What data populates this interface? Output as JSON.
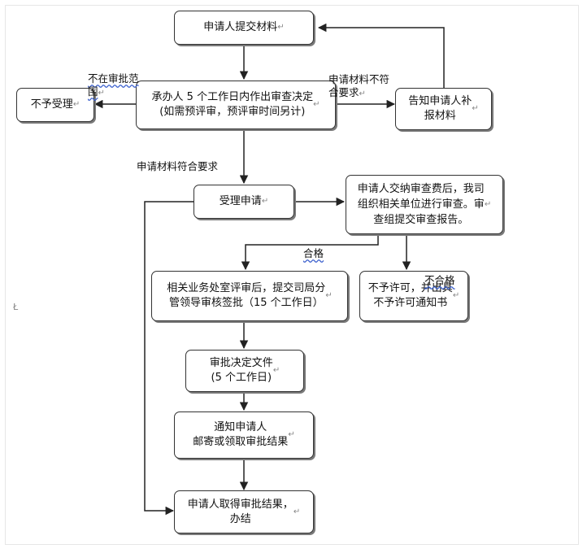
{
  "nodes": {
    "submit_materials": "申请人提交材料",
    "review_decision": "承办人 5 个工作日内作出审查决定\n(如需预评审，预评审时间另计)",
    "not_accepted": "不予受理",
    "notify_supplement": "告知申请人补\n报材料",
    "accept_application": "受理申请",
    "pay_fee_review": "申请人交纳审查费后，我司\n组织相关单位进行审查。审\n查组提交审查报告。",
    "dept_review": "相关业务处室评审后，提交司局分\n管领导审核签批（15 个工作日）",
    "not_permitted": "不予许可，并出具\n不予许可通知书",
    "approval_document": "审批决定文件\n(5 个工作日)",
    "notify_applicant": "通知申请人\n邮寄或领取审批结果",
    "obtain_result": "申请人取得审批结果，\n办结"
  },
  "edge_labels": {
    "out_of_scope": "不在审批范\n围",
    "not_conforming": "申请材料不符\n合要求",
    "conforming": "申请材料符合要求",
    "qualified": "合格",
    "unqualified": "不合格"
  },
  "stray_mark": "Ł",
  "paragraph_mark": "↵"
}
